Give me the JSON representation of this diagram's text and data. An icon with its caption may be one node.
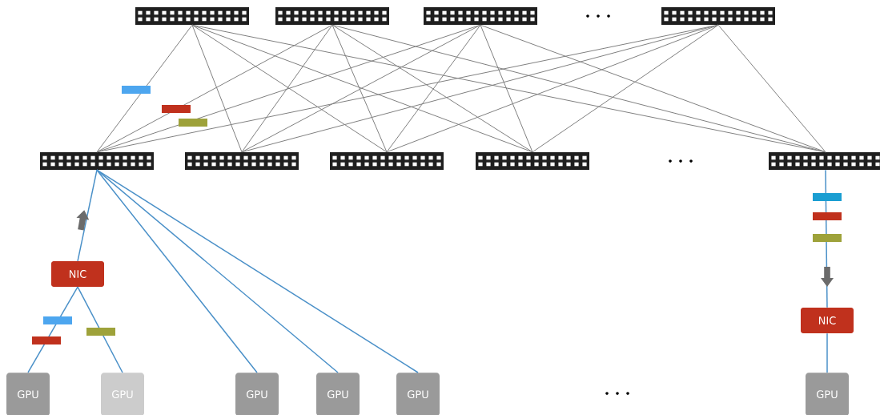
{
  "diagram": {
    "nodes": [
      {
        "text": [],
        "shape": "switch"
      },
      {
        "text": [],
        "shape": "switch"
      },
      {
        "text": [],
        "shape": "switch"
      },
      {
        "text": [],
        "shape": "switch"
      },
      {
        "text": [],
        "shape": "switch"
      },
      {
        "text": [],
        "shape": "switch"
      },
      {
        "text": [],
        "shape": "switch"
      },
      {
        "text": [],
        "shape": "switch"
      },
      {
        "text": [],
        "shape": "switch"
      },
      {
        "text": [
          "NIC"
        ]
      },
      {
        "text": [
          "NIC"
        ]
      },
      {
        "text": [
          "GPU"
        ]
      },
      {
        "text": [
          "GPU"
        ]
      },
      {
        "text": [
          "GPU"
        ]
      },
      {
        "text": [
          "GPU"
        ]
      },
      {
        "text": [
          "GPU"
        ]
      },
      {
        "text": [
          "GPU"
        ]
      }
    ],
    "edges": [
      {
        "from": 0,
        "to": 4,
        "arrow": "none"
      },
      {
        "from": 0,
        "to": 5,
        "arrow": "none"
      },
      {
        "from": 0,
        "to": 6,
        "arrow": "none"
      },
      {
        "from": 0,
        "to": 7,
        "arrow": "none"
      },
      {
        "from": 0,
        "to": 8,
        "arrow": "none"
      },
      {
        "from": 1,
        "to": 4,
        "arrow": "none"
      },
      {
        "from": 1,
        "to": 5,
        "arrow": "none"
      },
      {
        "from": 1,
        "to": 6,
        "arrow": "none"
      },
      {
        "from": 1,
        "to": 7,
        "arrow": "none"
      },
      {
        "from": 1,
        "to": 8,
        "arrow": "none"
      },
      {
        "from": 2,
        "to": 4,
        "arrow": "none"
      },
      {
        "from": 2,
        "to": 5,
        "arrow": "none"
      },
      {
        "from": 2,
        "to": 6,
        "arrow": "none"
      },
      {
        "from": 2,
        "to": 7,
        "arrow": "none"
      },
      {
        "from": 2,
        "to": 8,
        "arrow": "none"
      },
      {
        "from": 3,
        "to": 4,
        "arrow": "none"
      },
      {
        "from": 3,
        "to": 5,
        "arrow": "none"
      },
      {
        "from": 3,
        "to": 6,
        "arrow": "none"
      },
      {
        "from": 3,
        "to": 7,
        "arrow": "none"
      },
      {
        "from": 3,
        "to": 8,
        "arrow": "none"
      },
      {
        "from": 9,
        "to": 4,
        "arrow": "none",
        "color": "#4a90c8"
      },
      {
        "from": 8,
        "to": 10,
        "arrow": "none",
        "color": "#4a90c8"
      },
      {
        "from": 9,
        "to": 11,
        "arrow": "none",
        "color": "#4a90c8"
      },
      {
        "from": 9,
        "to": 12,
        "arrow": "none",
        "color": "#4a90c8"
      },
      {
        "from": 4,
        "to": 13,
        "arrow": "none",
        "color": "#4a90c8"
      },
      {
        "from": 4,
        "to": 14,
        "arrow": "none",
        "color": "#4a90c8"
      },
      {
        "from": 4,
        "to": 15,
        "arrow": "none",
        "color": "#4a90c8"
      },
      {
        "from": 10,
        "to": 16,
        "arrow": "none",
        "color": "#4a90c8"
      }
    ]
  }
}
